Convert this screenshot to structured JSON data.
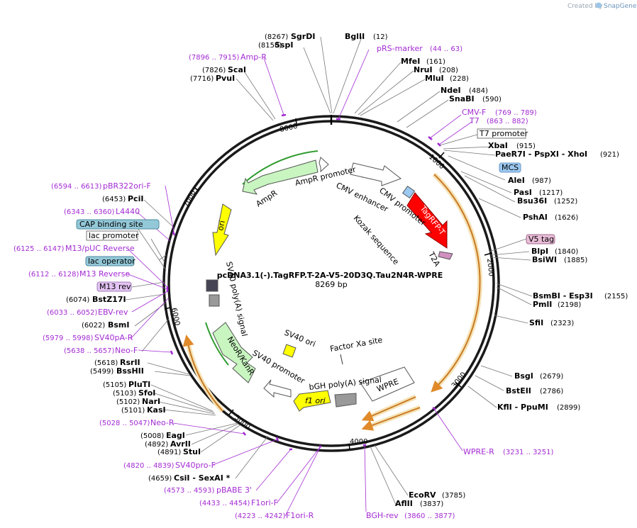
{
  "credit": {
    "prefix": "Created by",
    "brand": "SnapGene"
  },
  "plasmid": {
    "name": "pcDNA3.1(-).TagRFP.T-2A-V5-20D3Q.Tau2N4R-WPRE",
    "length_label": "8269 bp"
  },
  "ticks": [
    "1000",
    "2000",
    "3000",
    "4000",
    "5000",
    "6000",
    "7000",
    "8000"
  ],
  "enzymes": [
    {
      "name": "SgrDI",
      "pos": "(8267)"
    },
    {
      "name": "SspI",
      "pos": "(8150)"
    },
    {
      "name": "BglII",
      "pos": "(12)"
    },
    {
      "name": "ScaI",
      "pos": "(7826)"
    },
    {
      "name": "PvuI",
      "pos": "(7716)"
    },
    {
      "name": "MfeI",
      "pos": "(161)"
    },
    {
      "name": "NruI",
      "pos": "(208)"
    },
    {
      "name": "MluI",
      "pos": "(228)"
    },
    {
      "name": "NdeI",
      "pos": "(484)"
    },
    {
      "name": "SnaBI",
      "pos": "(590)"
    },
    {
      "name": "XbaI",
      "pos": "(915)"
    },
    {
      "name": "PaeR7I - PspXI - XhoI",
      "pos": "(921)"
    },
    {
      "name": "AleI",
      "pos": "(987)"
    },
    {
      "name": "PasI",
      "pos": "(1217)"
    },
    {
      "name": "Bsu36I",
      "pos": "(1252)"
    },
    {
      "name": "PshAI",
      "pos": "(1626)"
    },
    {
      "name": "BlpI",
      "pos": "(1840)"
    },
    {
      "name": "BsiWI",
      "pos": "(1885)"
    },
    {
      "name": "BsmBI - Esp3I",
      "pos": "(2155)"
    },
    {
      "name": "PmlI",
      "pos": "(2198)"
    },
    {
      "name": "SfiI",
      "pos": "(2323)"
    },
    {
      "name": "BsgI",
      "pos": "(2679)"
    },
    {
      "name": "BstEII",
      "pos": "(2786)"
    },
    {
      "name": "KflI - PpuMI",
      "pos": "(2899)"
    },
    {
      "name": "EcoRV",
      "pos": "(3785)"
    },
    {
      "name": "AflII",
      "pos": "(3837)"
    },
    {
      "name": "PciI",
      "pos": "(6453)"
    },
    {
      "name": "BstZ17I",
      "pos": "(6074)"
    },
    {
      "name": "BsmI",
      "pos": "(6022)"
    },
    {
      "name": "RsrII",
      "pos": "(5618)"
    },
    {
      "name": "BssHII",
      "pos": "(5499)"
    },
    {
      "name": "PluTI",
      "pos": "(5105)"
    },
    {
      "name": "SfoI",
      "pos": "(5103)"
    },
    {
      "name": "NarI",
      "pos": "(5102)"
    },
    {
      "name": "KasI",
      "pos": "(5101)"
    },
    {
      "name": "EagI",
      "pos": "(5008)"
    },
    {
      "name": "AvrII",
      "pos": "(4892)"
    },
    {
      "name": "StuI",
      "pos": "(4891)"
    },
    {
      "name": "CsiI - SexAI *",
      "pos": "(4659)"
    }
  ],
  "primers": [
    {
      "name": "pRS-marker",
      "range": "(44 .. 63)"
    },
    {
      "name": "Amp-R",
      "range": "(7896 .. 7915)"
    },
    {
      "name": "CMV-F",
      "range": "(769 .. 789)"
    },
    {
      "name": "T7",
      "range": "(863 .. 882)"
    },
    {
      "name": "pBR322ori-F",
      "range": "(6594 .. 6613)"
    },
    {
      "name": "L4440",
      "range": "(6343 .. 6360)"
    },
    {
      "name": "M13/pUC Reverse",
      "range": "(6125 .. 6147)"
    },
    {
      "name": "M13 Reverse",
      "range": "(6112 .. 6128)"
    },
    {
      "name": "EBV-rev",
      "range": "(6033 .. 6052)"
    },
    {
      "name": "SV40pA-R",
      "range": "(5979 .. 5998)"
    },
    {
      "name": "Neo-F",
      "range": "(5638 .. 5657)"
    },
    {
      "name": "Neo-R",
      "range": "(5028 .. 5047)"
    },
    {
      "name": "SV40pro-F",
      "range": "(4820 .. 4839)"
    },
    {
      "name": "pBABE 3'",
      "range": "(4573 .. 4593)"
    },
    {
      "name": "F1ori-F",
      "range": "(4433 .. 4454)"
    },
    {
      "name": "F1ori-R",
      "range": "(4223 .. 4242)"
    },
    {
      "name": "BGH-rev",
      "range": "(3860 .. 3877)"
    },
    {
      "name": "WPRE-R",
      "range": "(3231 .. 3251)"
    }
  ],
  "boxed_features": [
    {
      "name": "T7 promoter",
      "fill": "#ffffff"
    },
    {
      "name": "MCS",
      "fill": "#9cc9f2"
    },
    {
      "name": "V5 tag",
      "fill": "#e8bcd6"
    },
    {
      "name": "CAP binding site",
      "fill": "#93c8d8"
    },
    {
      "name": "lac promoter",
      "fill": "#ffffff"
    },
    {
      "name": "lac operator",
      "fill": "#93c8d8"
    },
    {
      "name": "M13 rev",
      "fill": "#e4c4f4"
    }
  ],
  "inner_features": [
    {
      "name": "AmpR promoter"
    },
    {
      "name": "AmpR"
    },
    {
      "name": "CMV enhancer"
    },
    {
      "name": "CMV promoter"
    },
    {
      "name": "TagRFP-T"
    },
    {
      "name": "T2A"
    },
    {
      "name": "Kozak sequence"
    },
    {
      "name": "ori"
    },
    {
      "name": "SV40 poly(A) signal"
    },
    {
      "name": "NeoR/KanR"
    },
    {
      "name": "SV40 promoter"
    },
    {
      "name": "SV40 ori"
    },
    {
      "name": "Factor Xa site"
    },
    {
      "name": "bGH poly(A) signal"
    },
    {
      "name": "f1 ori"
    },
    {
      "name": "WPRE"
    }
  ],
  "colors": {
    "primer": "#a32bd3",
    "backbone": "#1a1a1a",
    "amp": "#c8f5c0",
    "tagrfp": "#ff0000",
    "ori": "#ffff00",
    "orf_arc": "#e8a05a",
    "grey_feature": "#999999"
  }
}
